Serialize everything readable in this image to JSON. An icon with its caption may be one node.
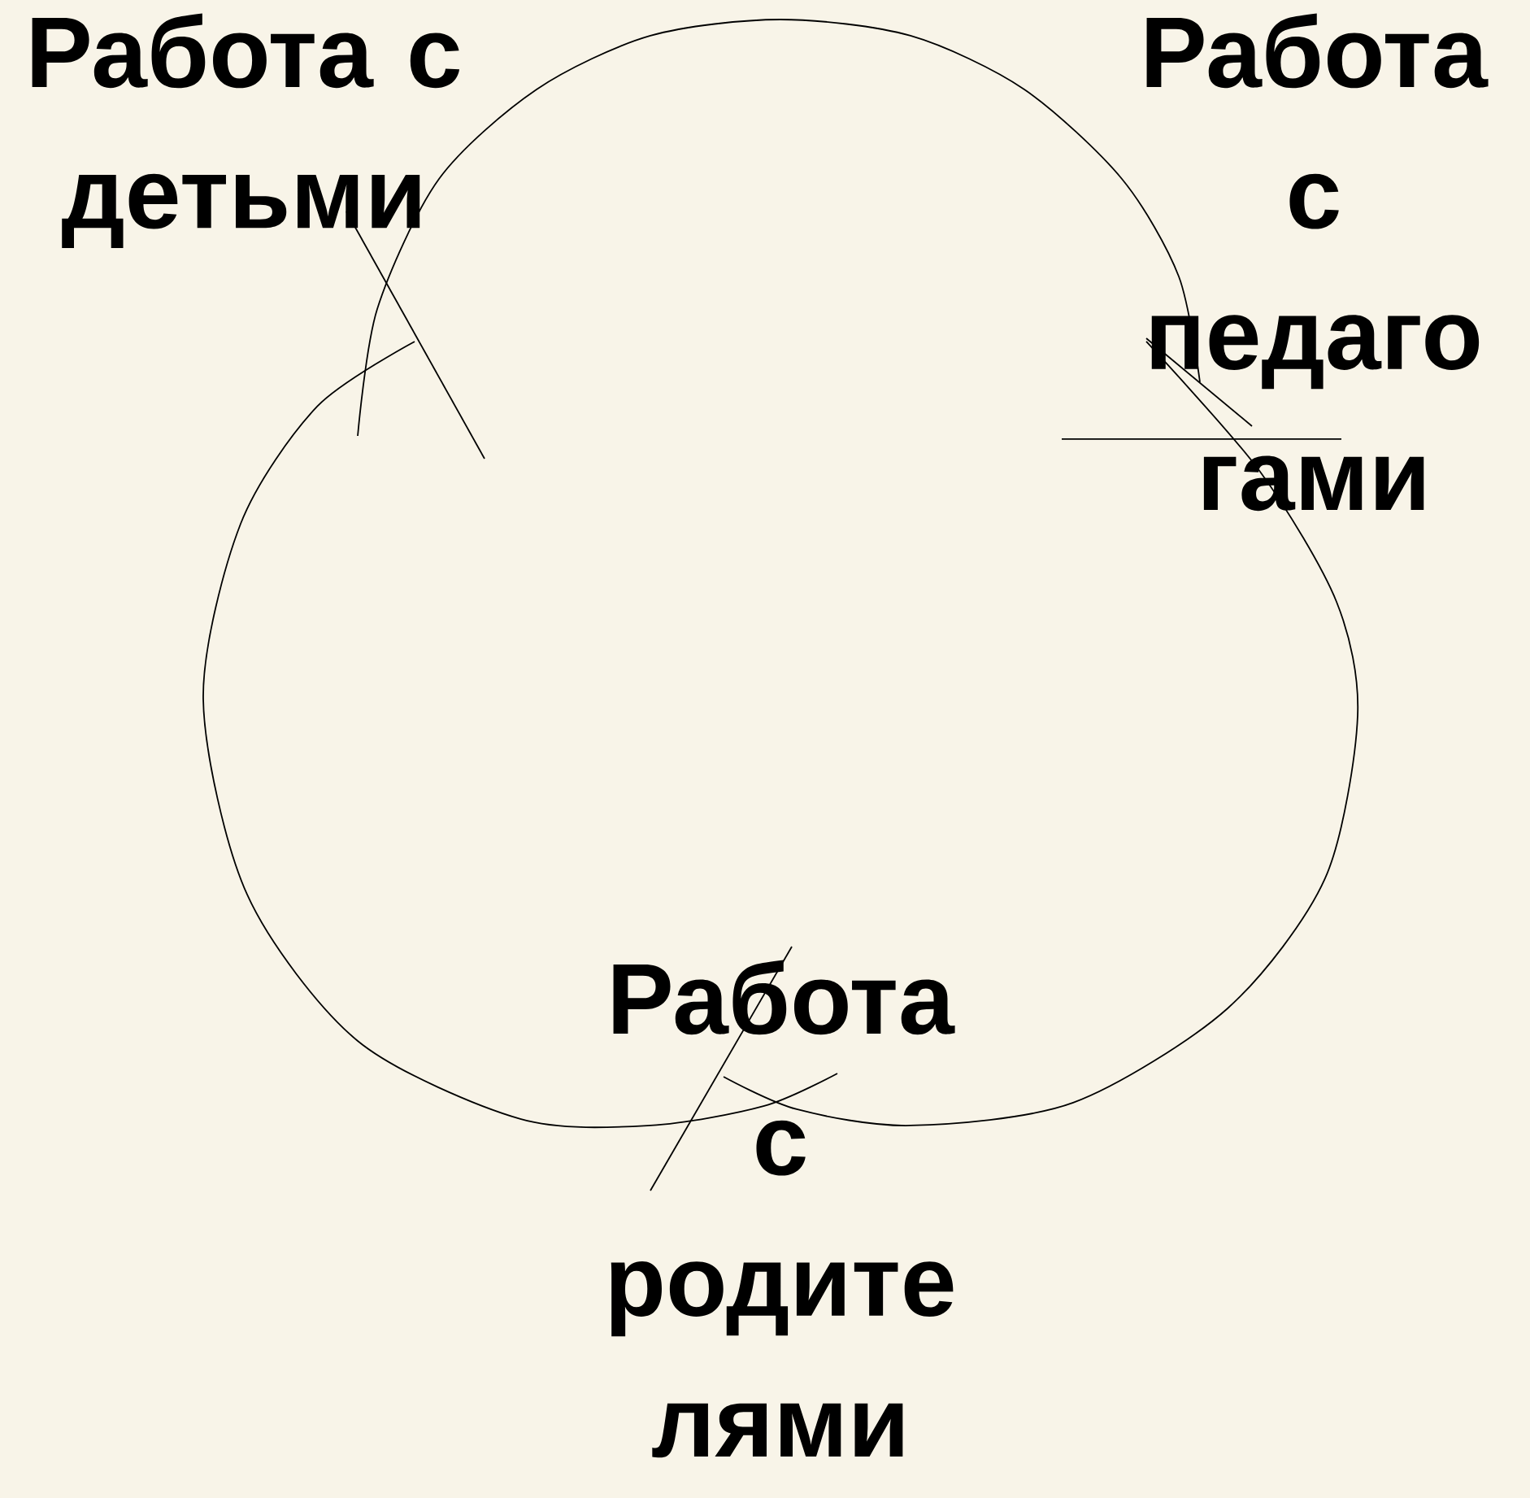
{
  "diagram": {
    "nodes": [
      {
        "text": [
          "Работа с детьми"
        ]
      },
      {
        "text": [
          "Работа с педаго гами"
        ]
      },
      {
        "text": [
          "Работа с родите лями"
        ]
      }
    ],
    "edges": [
      {
        "from": 0,
        "to": 1,
        "arrow": "none"
      },
      {
        "from": 1,
        "to": 2,
        "arrow": "none"
      },
      {
        "from": 2,
        "to": 0,
        "arrow": "none"
      }
    ]
  }
}
